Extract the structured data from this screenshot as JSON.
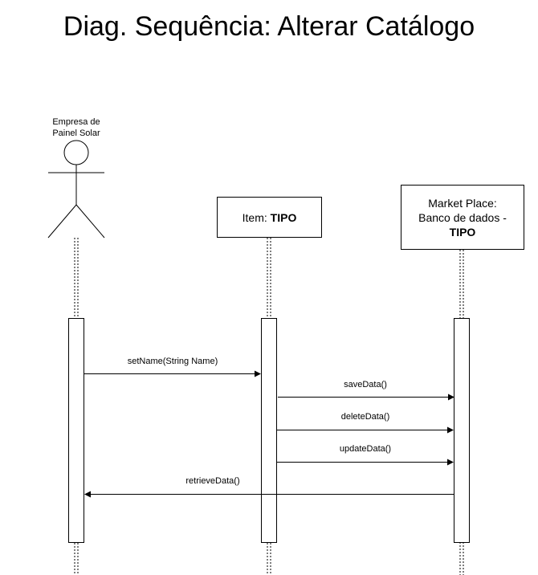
{
  "title": "Diag. Sequência: Alterar Catálogo",
  "actor": {
    "label_line1": "Empresa de",
    "label_line2": "Painel Solar"
  },
  "participants": {
    "item": {
      "prefix": "Item: ",
      "bold": "TIPO"
    },
    "market": {
      "line1": "Market Place:",
      "line2": "Banco de dados -",
      "bold": "TIPO"
    }
  },
  "messages": [
    {
      "label": "setName(String Name)",
      "direction": "right"
    },
    {
      "label": "saveData()",
      "direction": "right"
    },
    {
      "label": "deleteData()",
      "direction": "right"
    },
    {
      "label": "updateData()",
      "direction": "right"
    },
    {
      "label": "retrieveData()",
      "direction": "left"
    }
  ],
  "colors": {
    "line": "#000000",
    "background": "#ffffff"
  }
}
